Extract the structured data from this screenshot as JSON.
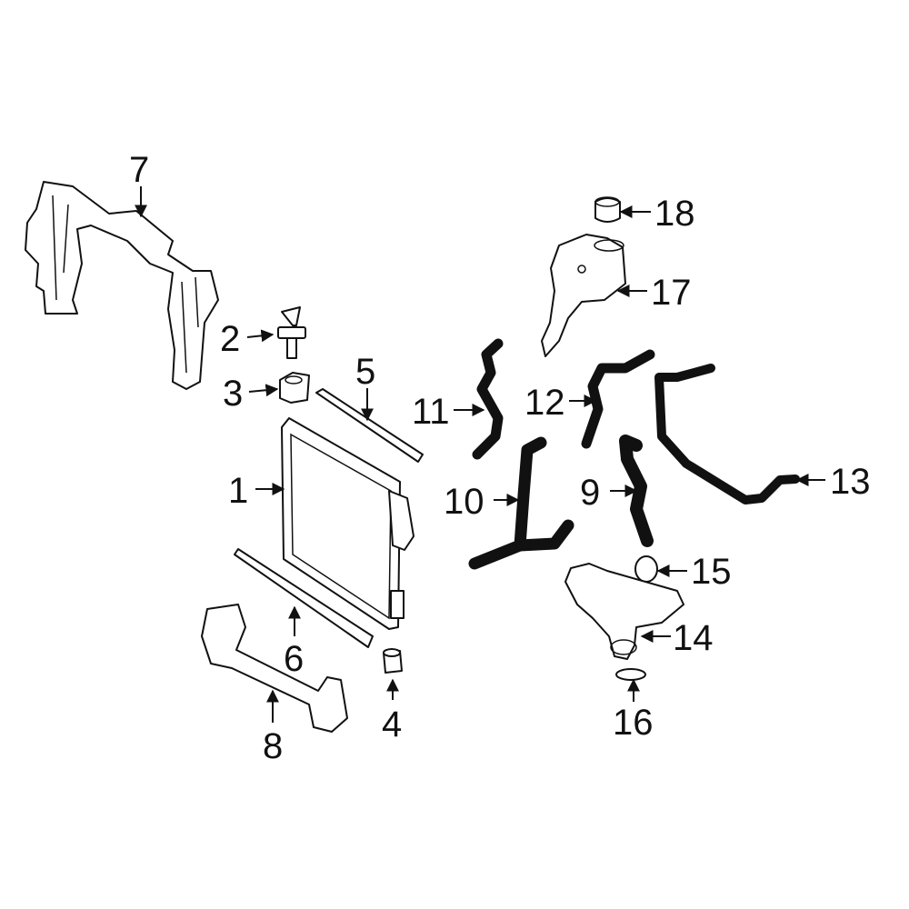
{
  "diagram": {
    "highlight_color": "#2a4bb8",
    "callouts": [
      {
        "id": "1",
        "text": "1"
      },
      {
        "id": "2",
        "text": "2"
      },
      {
        "id": "3",
        "text": "3"
      },
      {
        "id": "4",
        "text": "4"
      },
      {
        "id": "5",
        "text": "5"
      },
      {
        "id": "6",
        "text": "6"
      },
      {
        "id": "7",
        "text": "7"
      },
      {
        "id": "8",
        "text": "8"
      },
      {
        "id": "9",
        "text": "9"
      },
      {
        "id": "10",
        "text": "10"
      },
      {
        "id": "11",
        "text": "11"
      },
      {
        "id": "12",
        "text": "12"
      },
      {
        "id": "13",
        "text": "13"
      },
      {
        "id": "14",
        "text": "14"
      },
      {
        "id": "15",
        "text": "15"
      },
      {
        "id": "16",
        "text": "16"
      },
      {
        "id": "17",
        "text": "17"
      },
      {
        "id": "18",
        "text": "18"
      }
    ]
  }
}
